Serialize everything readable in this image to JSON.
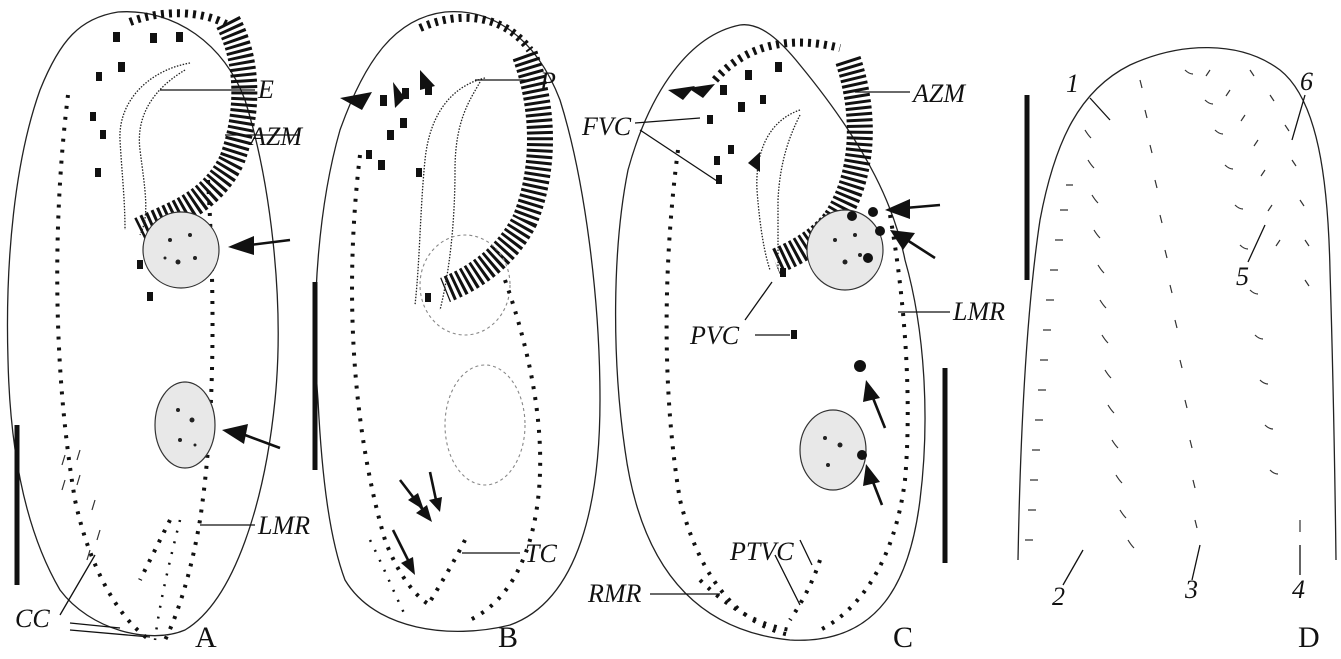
{
  "panels": {
    "A": {
      "panel_label": "A",
      "labels": {
        "E": "E",
        "AZM": "AZM",
        "LMR": "LMR",
        "CC": "CC"
      }
    },
    "B": {
      "panel_label": "B",
      "labels": {
        "P": "P",
        "TC": "TC"
      }
    },
    "C": {
      "panel_label": "C",
      "labels": {
        "AZM": "AZM",
        "FVC": "FVC",
        "PVC": "PVC",
        "LMR": "LMR",
        "PTVC": "PTVC",
        "RMR": "RMR"
      }
    },
    "D": {
      "panel_label": "D",
      "kinety_numbers": [
        "1",
        "2",
        "3",
        "4",
        "5",
        "6"
      ]
    }
  },
  "colors": {
    "ink": "#111111",
    "macronucleus_fill": "#e8e8e8",
    "ghost_outline": "#888888"
  }
}
